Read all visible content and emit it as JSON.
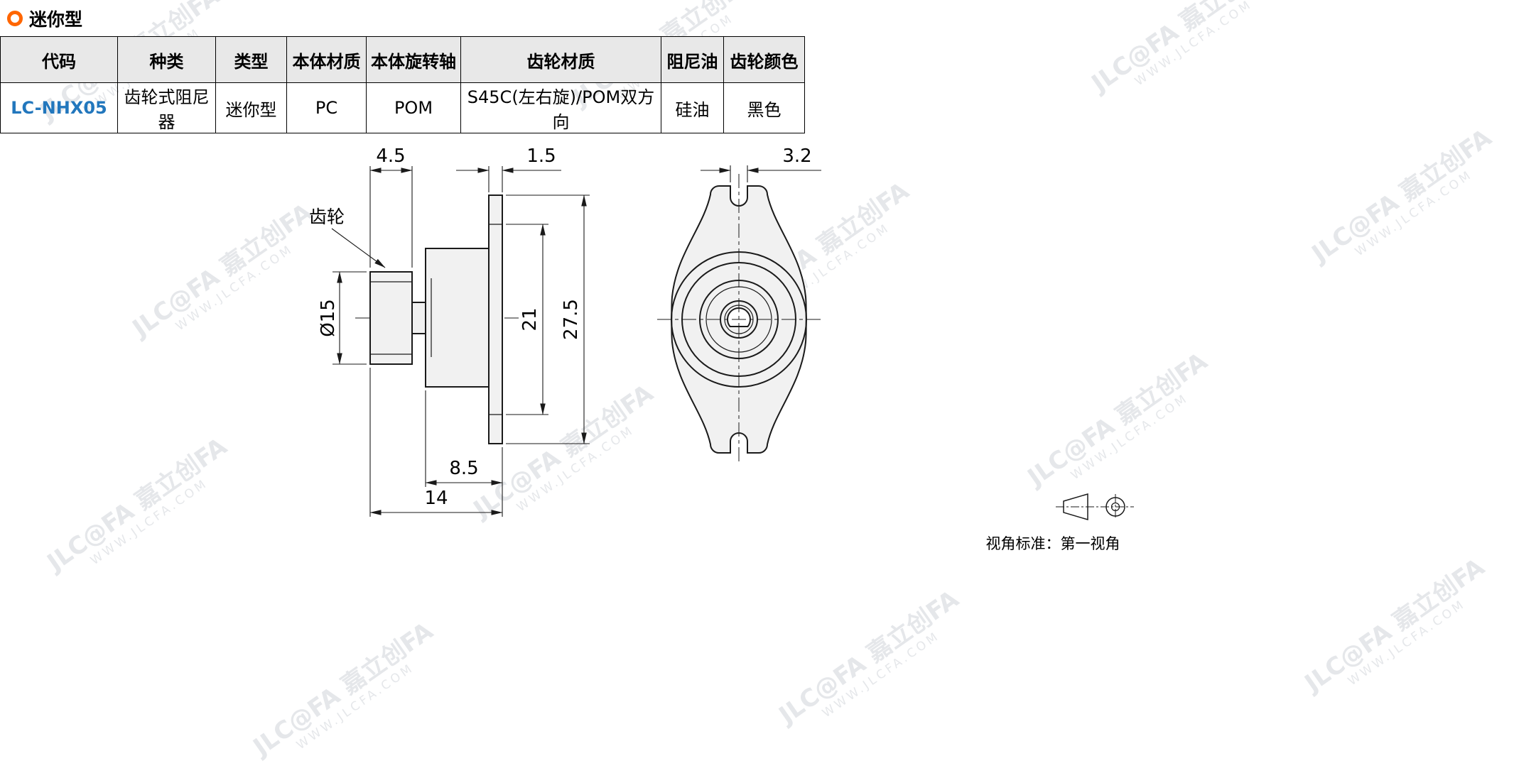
{
  "page": {
    "title": "迷你型"
  },
  "watermark": {
    "line1": "JLC@FA 嘉立创FA",
    "line2": "WWW.JLCFA.COM"
  },
  "table": {
    "headers": [
      "代码",
      "种类",
      "类型",
      "本体材质",
      "本体旋转轴",
      "齿轮材质",
      "阻尼油",
      "齿轮颜色"
    ],
    "row": {
      "code": "LC-NHX05",
      "category": "齿轮式阻尼器",
      "type": "迷你型",
      "body_material": "PC",
      "body_shaft": "POM",
      "gear_material": "S45C(左右旋)/POM双方向",
      "damping_oil": "硅油",
      "gear_color": "黑色"
    }
  },
  "drawing": {
    "gear_label": "齿轮",
    "dims": {
      "gear_width": "4.5",
      "flange_thickness": "1.5",
      "gear_diameter": "Ø15",
      "inner_height": "21",
      "flange_height": "27.5",
      "body_depth": "8.5",
      "total_depth": "14",
      "notch_depth": "3.2"
    }
  },
  "footer": {
    "view_note": "视角标准：第一视角"
  }
}
